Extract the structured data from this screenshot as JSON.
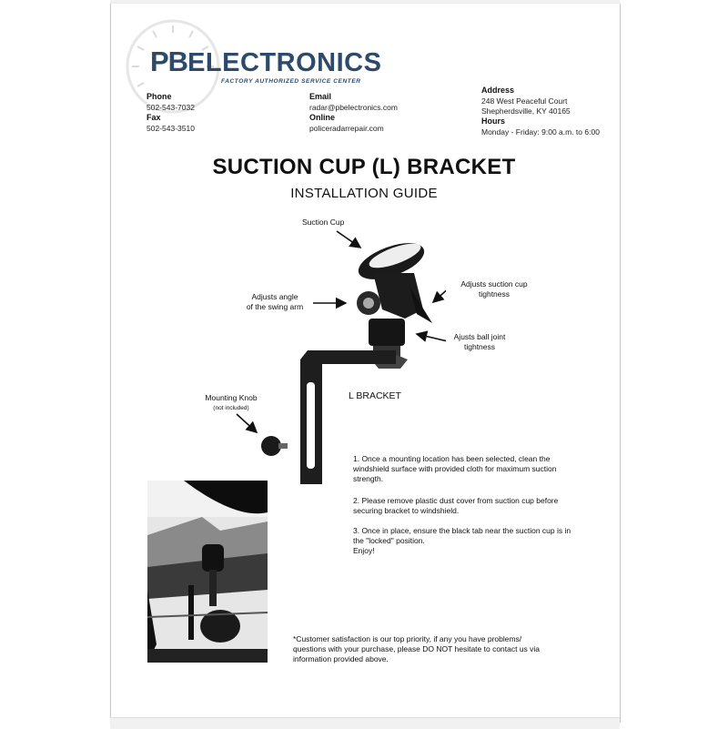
{
  "header": {
    "brand_prefix": "PB",
    "brand_suffix": "ELECTRONICS",
    "brand_subtitle": "FACTORY AUTHORIZED SERVICE CENTER",
    "phone_label": "Phone",
    "phone_value": "502-543-7032",
    "fax_label": "Fax",
    "fax_value": "502-543-3510",
    "email_label": "Email",
    "email_value": "radar@pbelectronics.com",
    "online_label": "Online",
    "online_value": "policeradarrepair.com",
    "address_label": "Address",
    "address_line1": "248 West Peaceful Court",
    "address_line2": "Shepherdsville, KY 40165",
    "hours_label": "Hours",
    "hours_value": "Monday - Friday: 9:00 a.m. to 6:00"
  },
  "title": "SUCTION CUP (L) BRACKET",
  "subtitle": "INSTALLATION GUIDE",
  "diagram": {
    "suction_cup": "Suction Cup",
    "angle_line1": "Adjusts angle",
    "angle_line2": "of the swing arm",
    "tightness_line1": "Adjusts suction cup",
    "tightness_line2": "tightness",
    "ball_line1": "Ajusts ball joint",
    "ball_line2": "tightness",
    "knob_line1": "Mounting Knob",
    "knob_line2": "(not included)",
    "l_bracket": "L BRACKET"
  },
  "steps": [
    "1. Once a mounting location has been selected, clean the windshield surface with provided cloth for maximum suction strength.",
    "2. Please remove plastic dust cover from suction cup before securing bracket to windshield.",
    "3. Once in place, ensure the black tab near the suction cup is in the \"locked\" position.",
    "Enjoy!"
  ],
  "footer_note": "*Customer satisfaction is our top priority, if any you have problems/ questions with your purchase, please DO NOT hesitate to contact us via information provided above.",
  "colors": {
    "brand": "#2d4a6a",
    "text": "#111111"
  }
}
